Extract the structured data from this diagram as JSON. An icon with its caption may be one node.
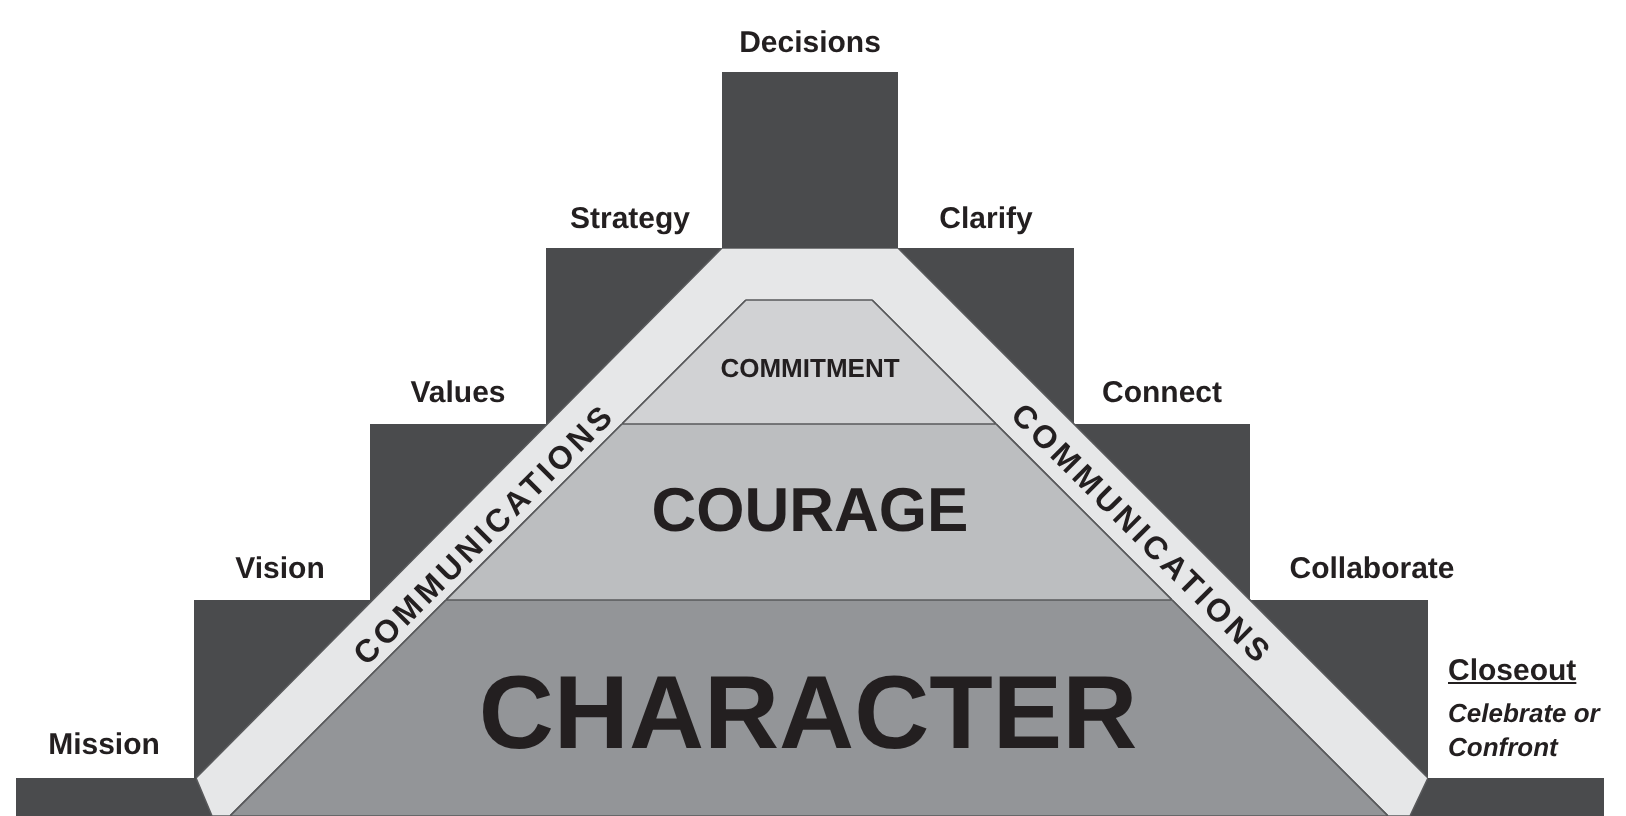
{
  "diagram": {
    "nodes": [
      {
        "text": [
          "COMMUNICATIONS",
          "COMMUNICATIONS"
        ]
      },
      {
        "text": [
          "COMMITMENT"
        ],
        "in": 0
      },
      {
        "text": [
          "COURAGE"
        ],
        "in": 0
      },
      {
        "text": [
          "CHARACTER"
        ],
        "in": 0
      }
    ],
    "labels": [
      "Decisions",
      "Strategy",
      "Clarify",
      "Values",
      "Connect",
      "Vision",
      "Collaborate",
      "Closeout",
      "Mission",
      "Celebrate or Confront"
    ]
  }
}
